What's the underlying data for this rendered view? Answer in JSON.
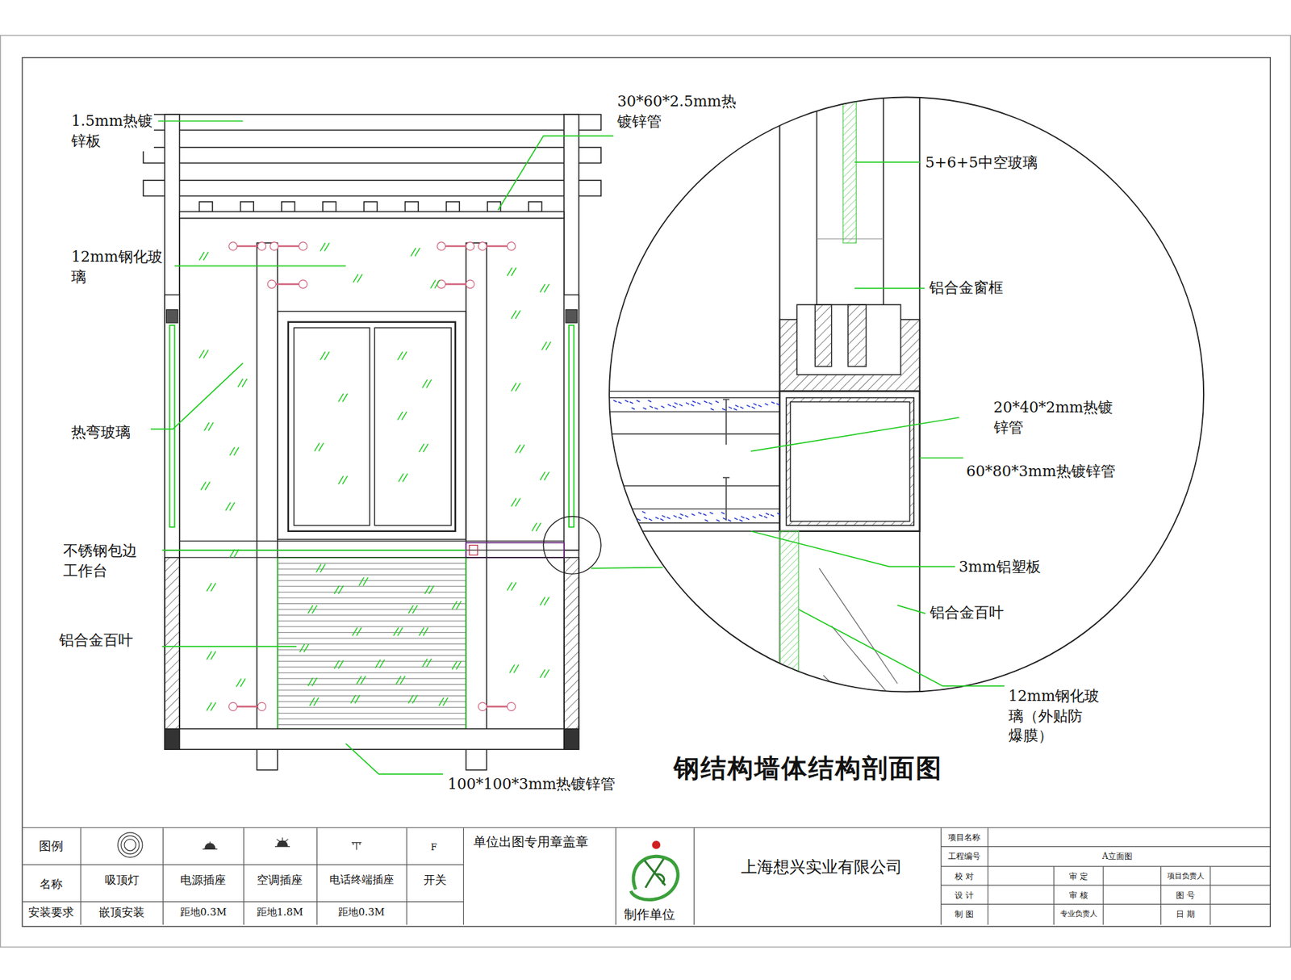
{
  "diagram": {
    "title": "钢结构墙体结构剖面图",
    "labels": [
      "1.5mm热镀 锌板",
      "30*60*2.5mm热 镀锌管",
      "12mm钢化玻 璃",
      "热弯玻璃",
      "不锈钢包边 工作台",
      "铝合金百叶",
      "100*100*3mm热镀锌管",
      "5+6+5中空玻璃",
      "铝合金窗框",
      "20*40*2mm热镀 锌管",
      "60*80*3mm热镀锌管",
      "3mm铝塑板",
      "铝合金百叶",
      "12mm钢化玻 璃（外贴防 爆膜）",
      "图例",
      "F",
      "单位出图专用章盖章",
      "项目名称",
      "名称",
      "吸顶灯",
      "电源插座",
      "空调插座",
      "电话终端插座",
      "开关",
      "上海想兴实业有限公司",
      "工程编号",
      "A立面图",
      "校 对",
      "审 定",
      "项目负责人",
      "安装要求",
      "嵌顶安装",
      "距地0.3M",
      "距地1.8M",
      "距地0.3M",
      "制作单位",
      "设 计",
      "审 核",
      "图 号",
      "制 图",
      "专业负责人",
      "日 期"
    ]
  }
}
